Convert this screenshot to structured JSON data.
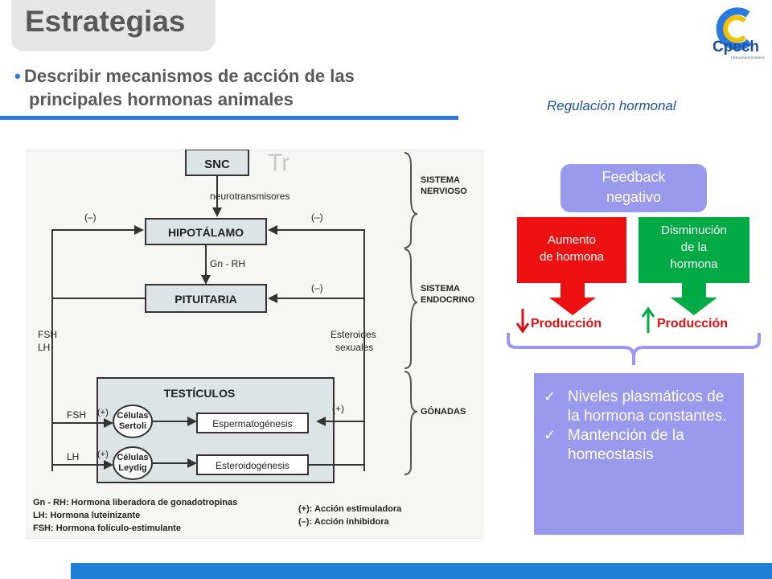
{
  "header": {
    "title": "Estrategias",
    "logo_text": "Cpech",
    "logo_subtext": "PREUNIVERSITARIOS"
  },
  "objective": {
    "bullet": "•",
    "line1": "Describir mecanismos de acción de las",
    "line2": "principales hormonas animales"
  },
  "subtitle": "Regulación  hormonal",
  "diagram": {
    "ghost_title": "Tr",
    "boxes": {
      "snc": "SNC",
      "hipotalamo": "HIPOTÁLAMO",
      "pituitaria": "PITUITARIA",
      "testiculos": "TESTÍCULOS",
      "sertoli_line1": "Células",
      "sertoli_line2": "Sertoli",
      "leydig_line1": "Células",
      "leydig_line2": "Leydig",
      "espermato": "Espermatogénesis",
      "esteroido": "Esteroidogénesis"
    },
    "labels": {
      "neurotransmisores": "neurotransmisores",
      "gnrh": "Gn - RH",
      "fsh_lh_line1": "FSH",
      "fsh_lh_line2": "LH",
      "fsh": "FSH",
      "lh": "LH",
      "esteroides_line1": "Esteroides",
      "esteroides_line2": "sexuales",
      "neg": "(–)",
      "pos": "(+)"
    },
    "sections": {
      "sistema_nervioso_line1": "SISTEMA",
      "sistema_nervioso_line2": "NERVIOSO",
      "sistema_endocrino_line1": "SISTEMA",
      "sistema_endocrino_line2": "ENDOCRINO",
      "gonadas": "GÓNADAS"
    },
    "legend": {
      "gnrh": "Gn - RH: Hormona liberadora de gonadotropinas",
      "lh": "LH: Hormona luteinizante",
      "fsh": "FSH: Hormona folículo-estimulante",
      "stim": "(+): Acción estimuladora",
      "inhib": "(–): Acción inhibidora"
    }
  },
  "feedback": {
    "title_line1": "Feedback",
    "title_line2": "negativo",
    "left_card_line1": "Aumento",
    "left_card_line2": "de hormona",
    "right_card_line1": "Disminución",
    "right_card_line2": "de la",
    "right_card_line3": "hormona",
    "left_production": "Producción",
    "right_production": "Producción"
  },
  "conclusions": [
    "Niveles plasmáticos de la hormona constantes.",
    "Mantención de la homeostasis"
  ],
  "colors": {
    "accent_blue": "#2b7bdf",
    "feedback_purple": "#9999ee",
    "red": "#ee1111",
    "green": "#00aa44",
    "title_gray": "#595959",
    "subtitle_blue": "#1f4e9e"
  }
}
